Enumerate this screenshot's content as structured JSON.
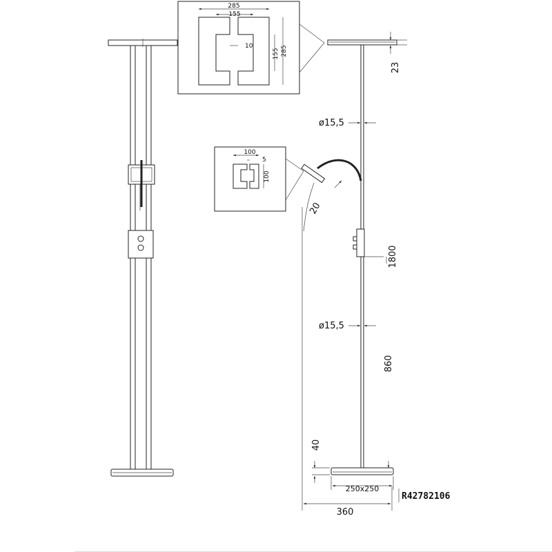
{
  "detail_top": {
    "dims": [
      "285",
      "155",
      "10",
      "155",
      "285"
    ]
  },
  "detail_head": {
    "dims": [
      "100",
      "5",
      "100"
    ]
  },
  "dims": {
    "height_head": "23",
    "dia_upper": "ø15,5",
    "angle": "20",
    "height_total": "1800",
    "dia_lower": "ø15,5",
    "height_switch": "860",
    "base_height": "40",
    "base_size": "250x250",
    "reach": "360"
  },
  "product_code": "R42782106"
}
